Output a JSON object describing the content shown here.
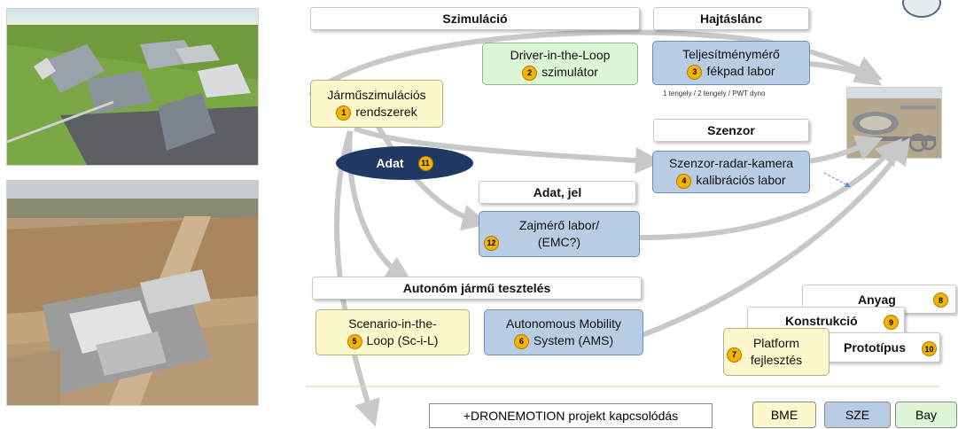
{
  "headers": {
    "szimulacio": "Szimuláció",
    "hajtaslanc": "Hajtáslánc",
    "szenzor": "Szenzor",
    "adat_jel": "Adat, jel",
    "autonom": "Autonóm jármű tesztelés",
    "anyag": "Anyag",
    "konstrukcio": "Konstrukció",
    "prototipus": "Prototípus"
  },
  "boxes": {
    "jarmu": {
      "line1": "Járműszimulációs",
      "line2": "rendszerek",
      "num": "1"
    },
    "dil": {
      "line1": "Driver-in-the-Loop",
      "line2": "szimulátor",
      "num": "2"
    },
    "teljesitmeny": {
      "line1": "Teljesítménymérő",
      "line2": "fékpad labor",
      "num": "3"
    },
    "szenzor_kalib": {
      "line1": "Szenzor-radar-kamera",
      "line2": "kalibrációs labor",
      "num": "4"
    },
    "scenario": {
      "line1": "Scenario-in-the-",
      "line2": "Loop (Sc-i-L)",
      "num": "5"
    },
    "ams": {
      "line1": "Autonomous Mobility",
      "line2": "System (AMS)",
      "num": "6"
    },
    "platform": {
      "line1": "Platform",
      "line2": "fejlesztés",
      "num": "7"
    },
    "zajmero": {
      "line1": "Zajmérő labor/",
      "line2": "(EMC?)",
      "num": "12"
    }
  },
  "adat": {
    "label": "Adat",
    "num": "11"
  },
  "nums": {
    "anyag": "8",
    "konstrukcio": "9",
    "prototipus": "10"
  },
  "dyno_note": "1 tengely / 2 tengely / PWT dyno",
  "dronemotion": "+DRONEMOTION projekt kapcsolódás",
  "legend": {
    "bme": "BME",
    "sze": "SZE",
    "bay": "Bay"
  },
  "colors": {
    "bme": "#fdf7cc",
    "sze": "#b8cce4",
    "bay": "#dcf5d6",
    "badge": "#f6b400",
    "adat_ellipse": "#1f3864",
    "arrow": "#c8c8c8"
  }
}
